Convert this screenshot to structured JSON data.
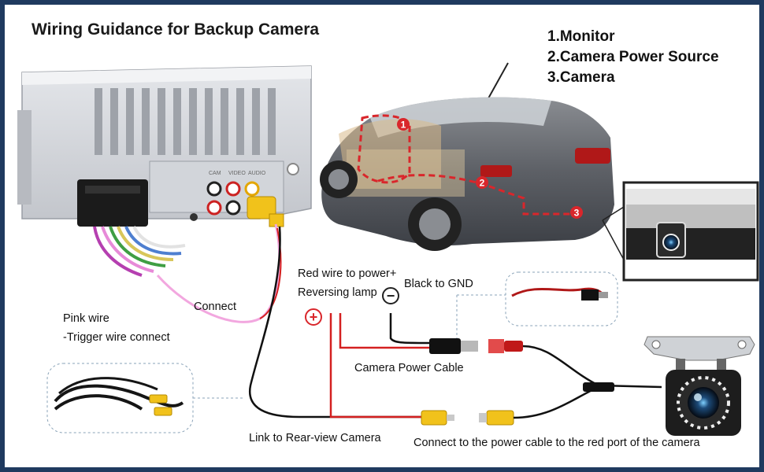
{
  "title": "Wiring Guidance for Backup Camera",
  "legend": [
    "1.Monitor",
    "2.Camera Power Source",
    "3.Camera"
  ],
  "markers": [
    "1",
    "2",
    "3"
  ],
  "labels": {
    "connect": "Connect",
    "pink_wire": "Pink wire",
    "trigger_wire": "-Trigger wire connect",
    "red_wire": "Red wire to power+",
    "reversing_lamp": "Reversing lamp",
    "black_gnd": "Black to GND",
    "power_cable": "Camera Power Cable",
    "link_rear": "Link to Rear-view Camera",
    "connect_power": "Connect to the power cable to the red port of the camera"
  },
  "symbols": {
    "plus": "+",
    "minus": "−"
  },
  "stereo_ports": [
    "CAM",
    "VIDEO",
    "AUDIO"
  ],
  "colors": {
    "frame": "#1f3a5f",
    "marker": "#d9262b",
    "red_wire": "#d42020",
    "rca_yellow": "#f1c21b"
  }
}
